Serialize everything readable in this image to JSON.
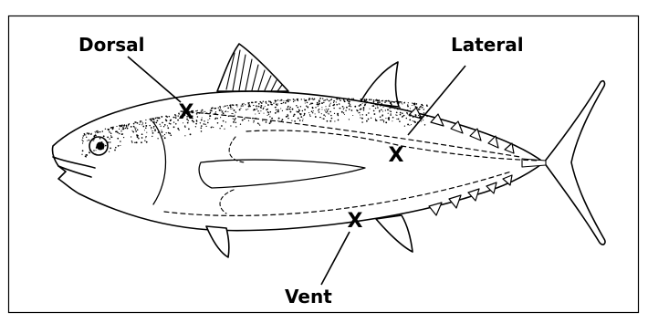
{
  "diagram": {
    "labels": {
      "dorsal": "Dorsal",
      "lateral": "Lateral",
      "vent": "Vent"
    },
    "marker_symbol": "X"
  }
}
